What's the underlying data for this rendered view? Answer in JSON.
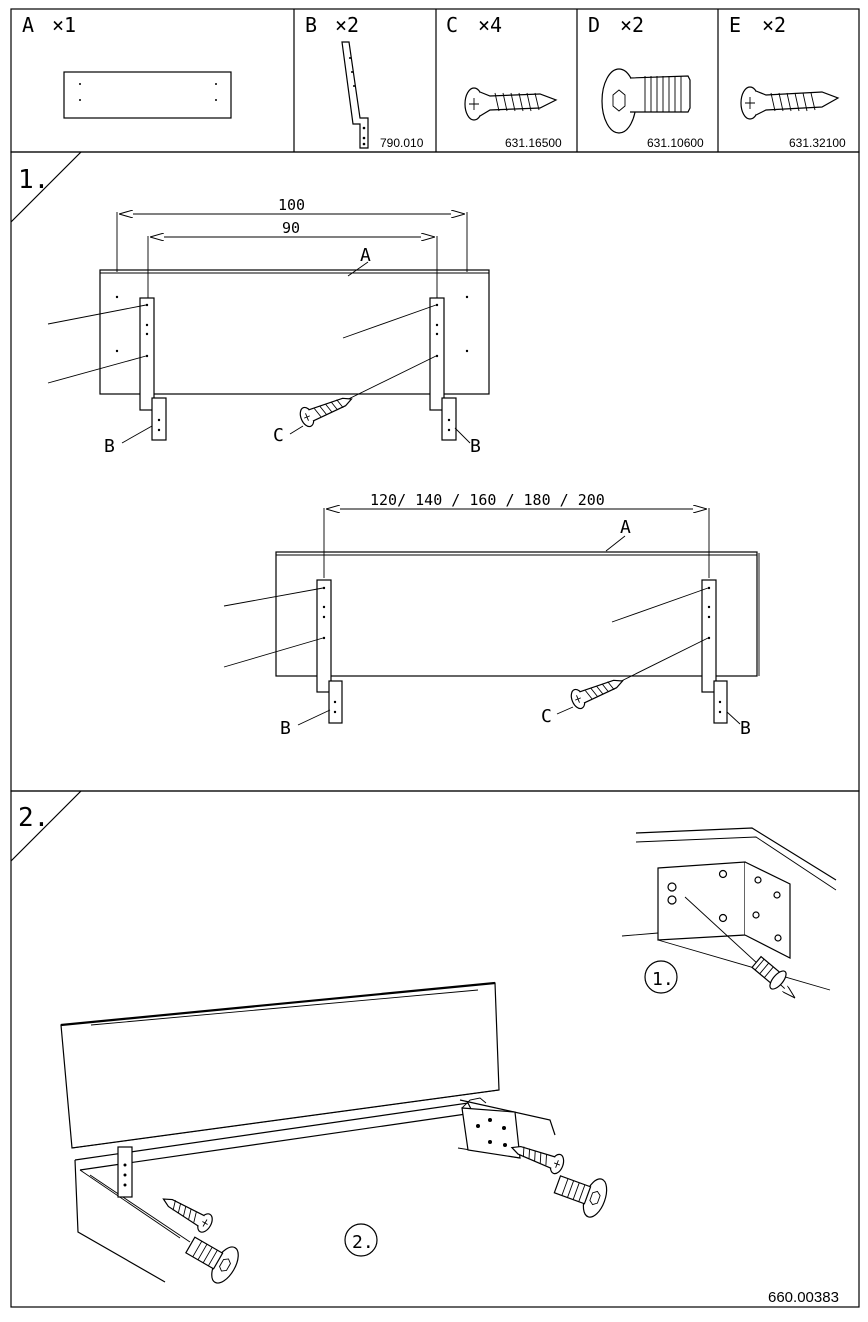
{
  "parts": [
    {
      "letter": "A",
      "qty": "×1",
      "code": ""
    },
    {
      "letter": "B",
      "qty": "×2",
      "code": "790.010"
    },
    {
      "letter": "C",
      "qty": "×4",
      "code": "631.16500"
    },
    {
      "letter": "D",
      "qty": "×2",
      "code": "631.10600"
    },
    {
      "letter": "E",
      "qty": "×2",
      "code": "631.32100"
    }
  ],
  "step1": {
    "number": "1.",
    "dim_outer": "100",
    "dim_inner": "90",
    "dim_wide": "120/ 140 / 160 / 180 / 200",
    "labels": {
      "panel": "A",
      "bracket": "B",
      "screw": "C"
    }
  },
  "step2": {
    "number": "2.",
    "sub1": "1.",
    "sub2": "2."
  },
  "doc_number": "660.00383",
  "colors": {
    "ink": "#000000",
    "paper": "#ffffff"
  }
}
